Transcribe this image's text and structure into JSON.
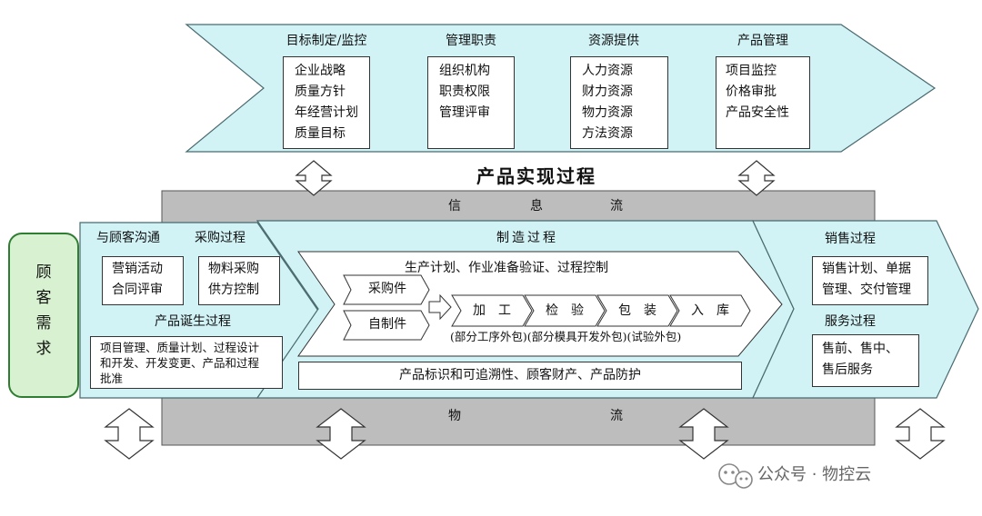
{
  "management": {
    "groups": [
      {
        "title": "目标制定/监控",
        "items": [
          "企业战略",
          "质量方针",
          "年经营计划",
          "质量目标"
        ]
      },
      {
        "title": "管理职责",
        "items": [
          "组织机构",
          "职责权限",
          "管理评审"
        ]
      },
      {
        "title": "资源提供",
        "items": [
          "人力资源",
          "财力资源",
          "物力资源",
          "方法资源"
        ]
      },
      {
        "title": "产品管理",
        "items": [
          "项目监控",
          "价格审批",
          "产品安全性"
        ]
      }
    ]
  },
  "title": "产品实现过程",
  "info_flow": [
    "信",
    "息",
    "流"
  ],
  "material_flow": [
    "物",
    "流"
  ],
  "customer": [
    "顾",
    "客",
    "需",
    "求"
  ],
  "birth": {
    "comm_title": "与顾客沟通",
    "purchase_title": "采购过程",
    "comm_items": [
      "营销活动",
      "合同评审"
    ],
    "purchase_items": [
      "物料采购",
      "供方控制"
    ],
    "section_title": "产品诞生过程",
    "detail_lines": [
      "项目管理、质量计划、过程设计",
      "和开发、开发变更、产品和过程",
      "批准"
    ]
  },
  "manufacturing": {
    "title": "制造过程",
    "subtitle": "生产计划、作业准备验证、过程控制",
    "inputs": [
      "采购件",
      "自制件"
    ],
    "steps": [
      "加　工",
      "检　验",
      "包　装",
      "入　库"
    ],
    "outsourcing": "(部分工序外包)(部分模具开发外包)(试验外包)",
    "footer": "产品标识和可追溯性、顾客财产、产品防护"
  },
  "sales": {
    "title": "销售过程",
    "items": [
      "销售计划、单据",
      "管理、交付管理"
    ],
    "service_title": "服务过程",
    "service_items": [
      "售前、售中、",
      "售后服务"
    ]
  },
  "watermark": "公众号 · 物控云",
  "colors": {
    "cyan": "#d2f3f6",
    "gray": "#bdbdbd",
    "green": "#d8f1d0",
    "wechat": "#07c160"
  }
}
